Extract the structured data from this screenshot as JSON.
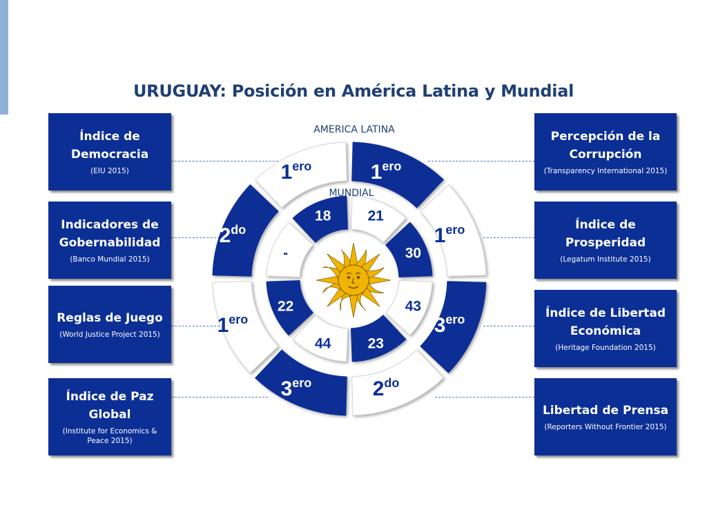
{
  "title": "URUGUAY: Posición en América Latina y Mundial",
  "labels": {
    "latin_america": "AMERICA LATINA",
    "world": "MUNDIAL"
  },
  "colors": {
    "primary": "#0c2f95",
    "title": "#1f3f74",
    "accent_bar": "#8fb0d6",
    "connector": "#4a78b8",
    "sun": "#f0b400"
  },
  "left_boxes": [
    {
      "title": "Índice de\nDemocracia",
      "source": "(EIU 2015)"
    },
    {
      "title": "Indicadores de\nGobernabilidad",
      "source": "(Banco Mundial 2015)"
    },
    {
      "title": "Reglas de Juego",
      "source": "(World Justice Project 2015)"
    },
    {
      "title": "Índice de Paz\nGlobal",
      "source": "(Institute for Economics &\nPeace 2015)"
    }
  ],
  "right_boxes": [
    {
      "title": "Percepción de la\nCorrupción",
      "source": "(Transparency International 2015)"
    },
    {
      "title": "Índice de\nProsperidad",
      "source": "(Legatum Institute 2015)"
    },
    {
      "title": "Índice de Libertad\nEconómica",
      "source": "(Heritage Foundation 2015)"
    },
    {
      "title": "Libertad de Prensa",
      "source": "(Reporters Without Frontier 2015)"
    }
  ],
  "latam_ranks": [
    {
      "num": "1",
      "suffix": "ero",
      "highlight": true
    },
    {
      "num": "1",
      "suffix": "ero",
      "highlight": false
    },
    {
      "num": "3",
      "suffix": "ero",
      "highlight": true
    },
    {
      "num": "2",
      "suffix": "do",
      "highlight": false
    },
    {
      "num": "3",
      "suffix": "ero",
      "highlight": true
    },
    {
      "num": "1",
      "suffix": "ero",
      "highlight": false
    },
    {
      "num": "2",
      "suffix": "do",
      "highlight": true
    },
    {
      "num": "1",
      "suffix": "ero",
      "highlight": false
    }
  ],
  "world_ranks": [
    {
      "value": "21",
      "highlight": false
    },
    {
      "value": "30",
      "highlight": true
    },
    {
      "value": "43",
      "highlight": false
    },
    {
      "value": "23",
      "highlight": true
    },
    {
      "value": "44",
      "highlight": false
    },
    {
      "value": "22",
      "highlight": true
    },
    {
      "value": "-",
      "highlight": false
    },
    {
      "value": "18",
      "highlight": true
    }
  ],
  "icons": {
    "center": "sun-of-may-icon"
  }
}
